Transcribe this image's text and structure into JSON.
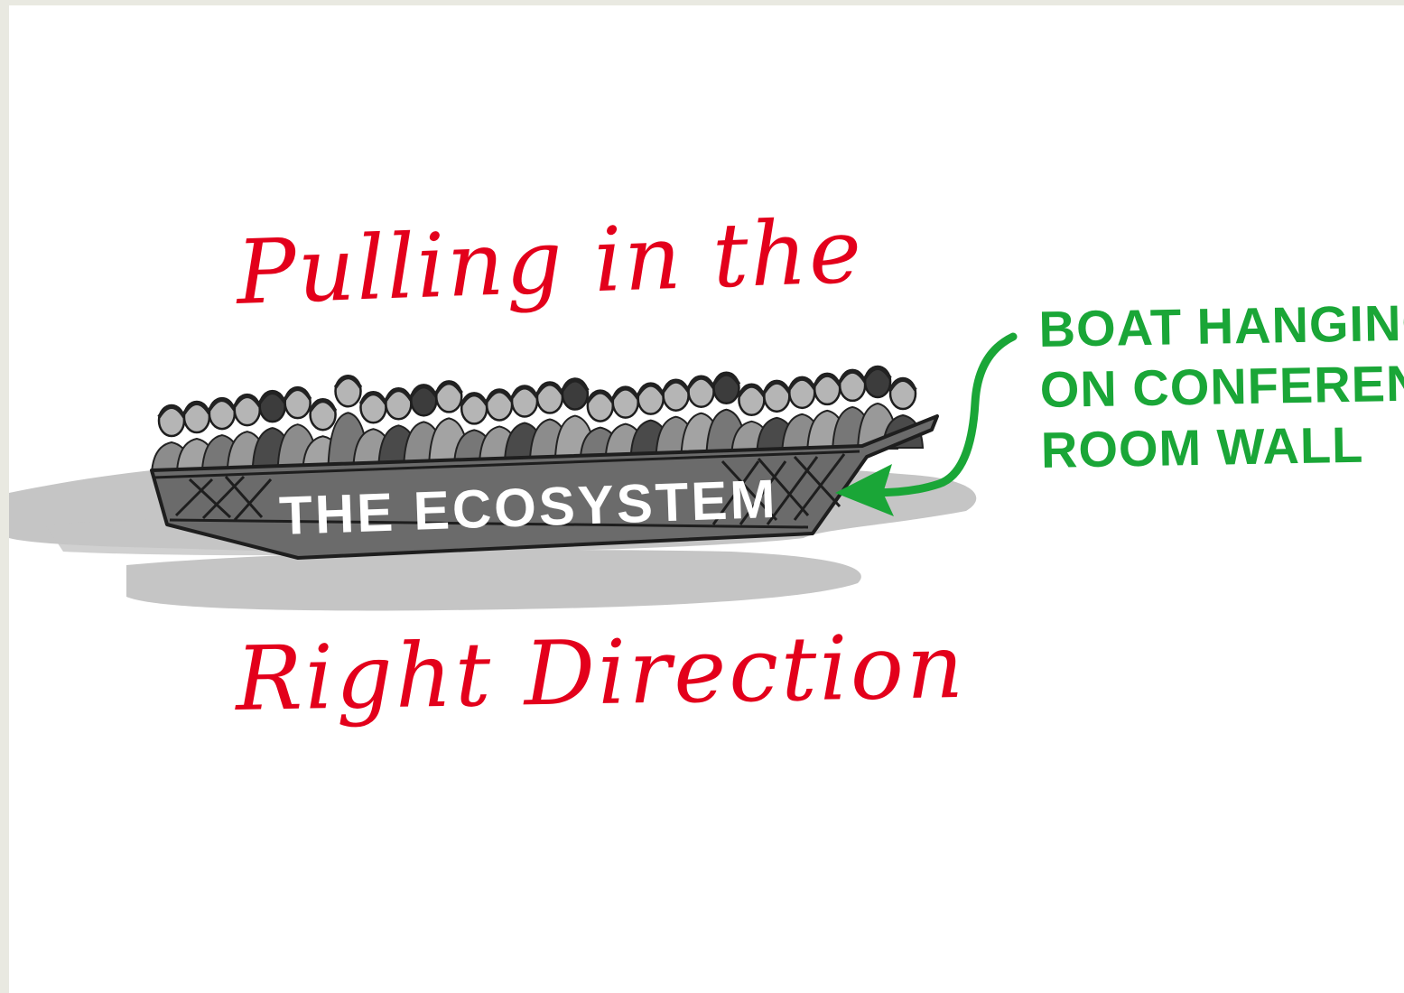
{
  "colors": {
    "page_background": "#e9e9e1",
    "canvas": "#ffffff",
    "title_red": "#e3001b",
    "annotation_green": "#1aa637",
    "boat_dark": "#222222",
    "boat_gray": "#6e6e6e",
    "water_gray": "#bdbdbd",
    "label_white": "#ffffff"
  },
  "title": {
    "line1": "Pulling in the",
    "line2": "Right Direction"
  },
  "boat": {
    "label": "THE ECOSYSTEM"
  },
  "annotation": {
    "lines": [
      "BOAT HANGING",
      "ON CONFERENCE",
      "ROOM WALL"
    ]
  },
  "icons": {
    "arrow": "curved-arrow-icon",
    "boat": "boat-illustration",
    "crowd": "crowd-illustration"
  }
}
